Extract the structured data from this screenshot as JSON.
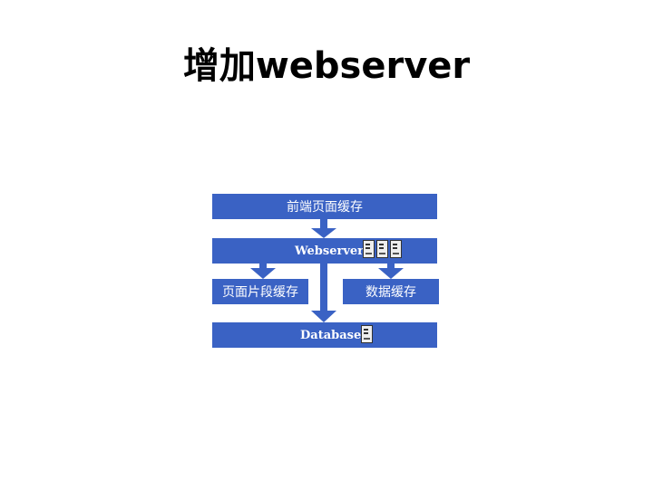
{
  "title": "增加webserver",
  "diagram": {
    "front_cache": "前端页面缓存",
    "webserver": "Webserver",
    "fragment_cache": "页面片段缓存",
    "data_cache": "数据缓存",
    "database": "Database",
    "colors": {
      "box": "#3a62c4",
      "text": "#ffffff",
      "arrow": "#3a62c4"
    },
    "icons": [
      "server-icon",
      "server-icon",
      "server-icon",
      "server-icon"
    ]
  }
}
